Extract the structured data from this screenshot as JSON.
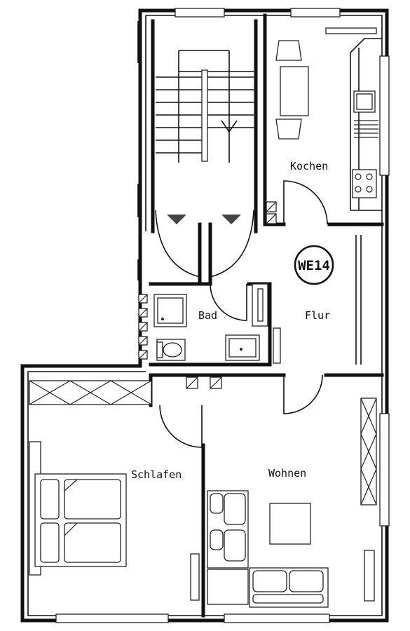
{
  "floorplan": {
    "unit_badge": "WE14",
    "rooms": {
      "kitchen": "Kochen",
      "bath": "Bad",
      "hall": "Flur",
      "bedroom": "Schlafen",
      "living": "Wohnen"
    }
  }
}
